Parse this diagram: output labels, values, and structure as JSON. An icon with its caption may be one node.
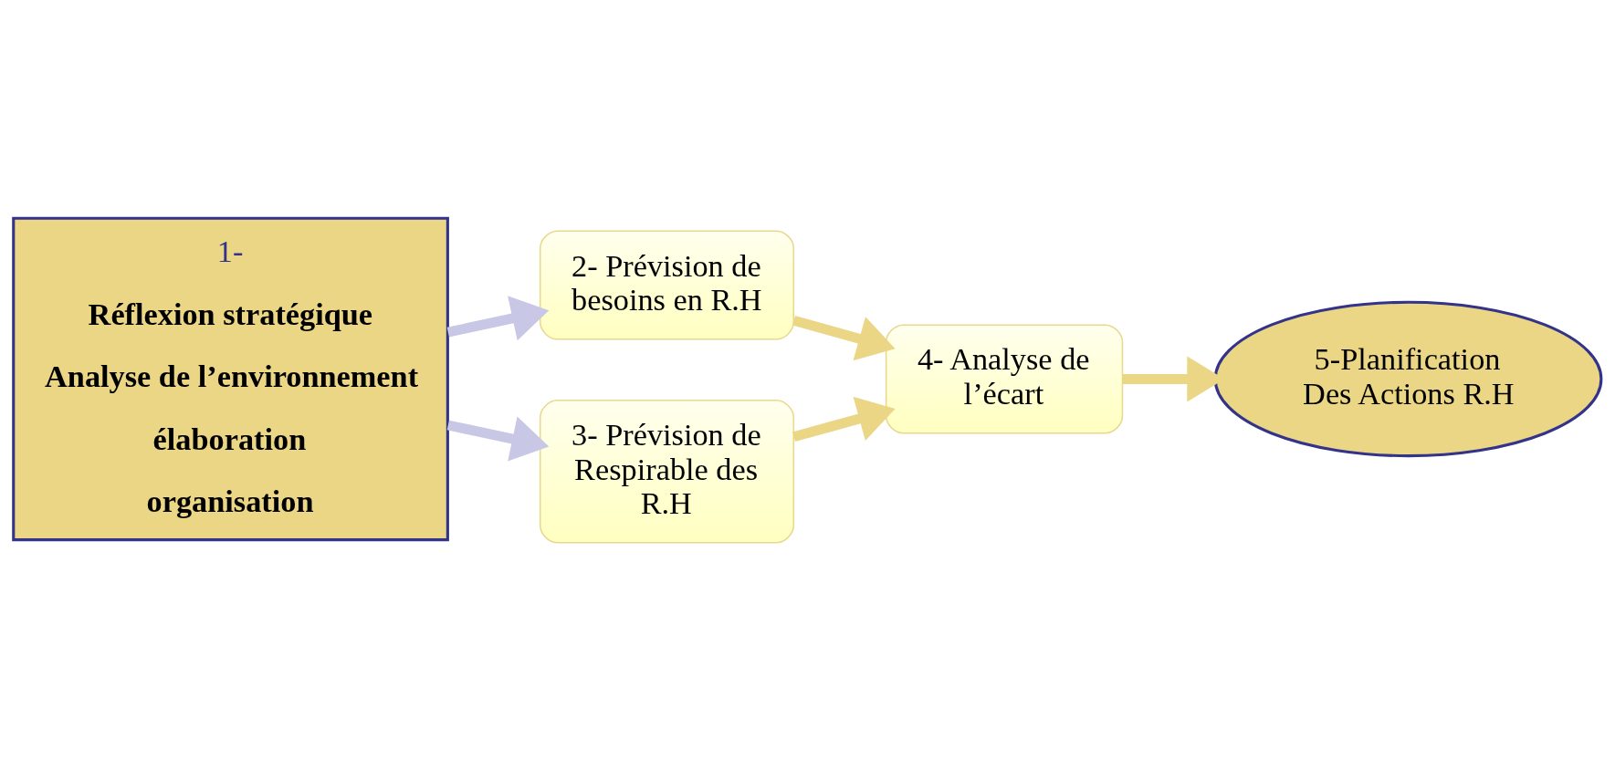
{
  "diagram": {
    "nodes": [
      {
        "text": [
          "1-",
          "Réflexion stratégique",
          "Analyse de l’environnement",
          "élaboration",
          "organisation"
        ]
      },
      {
        "text": [
          "2- Prévision de besoins en R.H"
        ]
      },
      {
        "text": [
          "4- Analyse de l’écart"
        ]
      },
      {
        "text": [
          "3- Prévision de Respirable des R.H"
        ]
      },
      {
        "text": [
          "5-Planification Des Actions R.H"
        ]
      }
    ],
    "edges": [
      {
        "from": 0,
        "to": 1,
        "arrow": "to",
        "color": "#c8c8e6"
      },
      {
        "from": 0,
        "to": 3,
        "arrow": "to",
        "color": "#c8c8e6"
      },
      {
        "from": 1,
        "to": 2,
        "arrow": "to"
      },
      {
        "from": 3,
        "to": 2,
        "arrow": "to"
      },
      {
        "from": 2,
        "to": 4,
        "arrow": "to"
      }
    ]
  }
}
